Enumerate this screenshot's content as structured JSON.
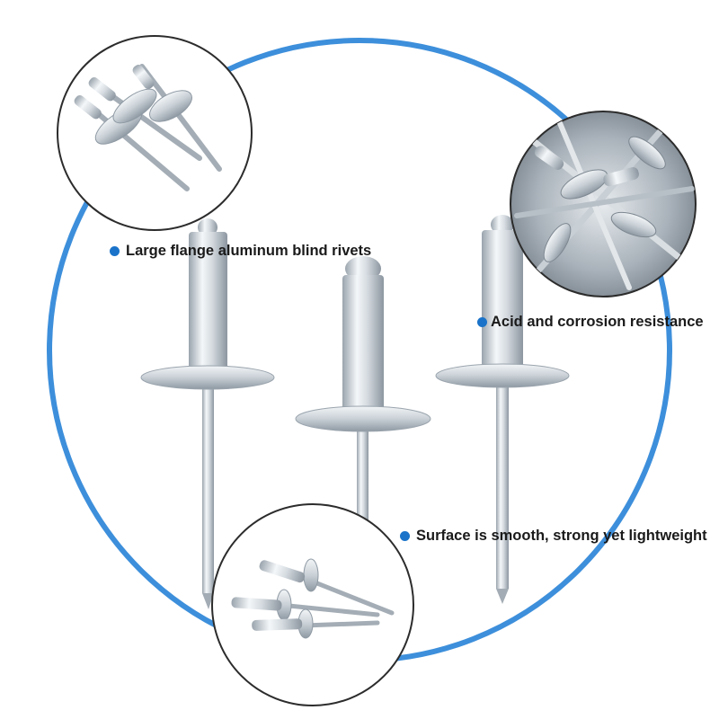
{
  "features": [
    {
      "text": "Large flange aluminum blind rivets"
    },
    {
      "text": "Acid and corrosion resistance"
    },
    {
      "text": "Surface is smooth, strong yet lightweight"
    }
  ],
  "colors": {
    "accent_ring": "#3d8fdb",
    "bullet": "#1a73c9",
    "metal_light": "#e9eef2",
    "metal_dark": "#8e99a3"
  }
}
